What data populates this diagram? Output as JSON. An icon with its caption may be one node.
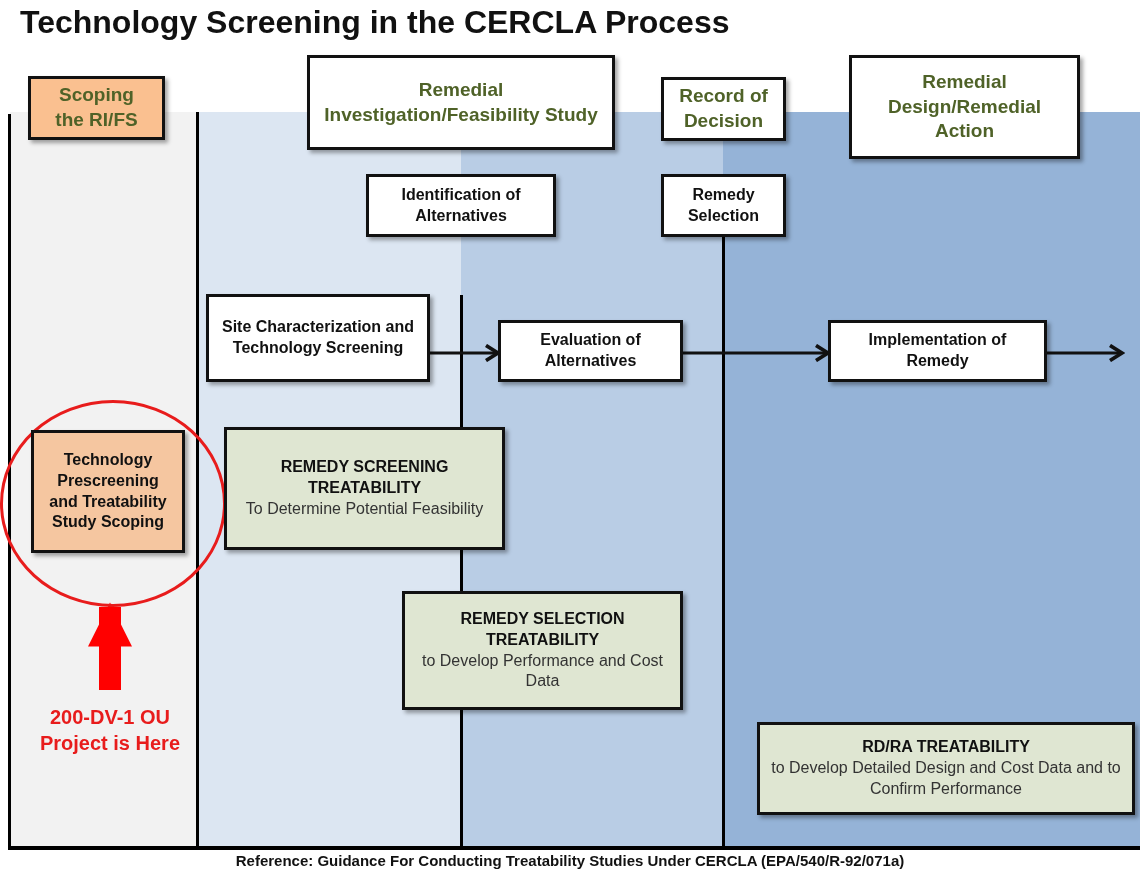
{
  "diagram": {
    "title": "Technology Screening in the CERCLA Process",
    "caption": "Reference: Guidance For Conducting Treatability Studies Under CERCLA (EPA/540/R-92/071a)",
    "nodes": [
      {
        "text": [
          "Scoping the RI/FS"
        ]
      },
      {
        "text": [
          "Remedial Investigation/Feasibility Study"
        ]
      },
      {
        "text": [
          "Record of Decision"
        ]
      },
      {
        "text": [
          "Remedial Design/Remedial Action"
        ]
      },
      {
        "text": [
          "Identification of Alternatives"
        ]
      },
      {
        "text": [
          "Remedy Selection"
        ]
      },
      {
        "text": [
          "Site Characterization and Technology Screening"
        ]
      },
      {
        "text": [
          "Evaluation of Alternatives"
        ]
      },
      {
        "text": [
          "Implementation of Remedy"
        ]
      },
      {
        "text": [],
        "shape": "circle"
      },
      {
        "text": [
          "Technology Prescreening and Treatability Study Scoping"
        ],
        "in": 9
      },
      {
        "text": [
          "REMEDY SCREENING TREATABILITY",
          "To Determine Potential Feasibility"
        ]
      },
      {
        "text": [
          "REMEDY SELECTION TREATABILITY",
          "to Develop Performance and Cost Data"
        ]
      },
      {
        "text": [
          "RD/RA TREATABILITY",
          "to Develop Detailed Design and Cost Data and to Confirm Performance"
        ]
      },
      {
        "text": [
          "200-DV-1 OU Project is Here"
        ]
      }
    ],
    "edges": [
      {
        "from": 6,
        "to": 7,
        "arrow": "to"
      },
      {
        "from": 7,
        "to": 8,
        "arrow": "to"
      },
      {
        "from": 8,
        "to": null,
        "arrow": "to"
      },
      {
        "from": 14,
        "to": 9,
        "arrow": "to",
        "style": "thick",
        "color": "#ff0000"
      }
    ]
  }
}
